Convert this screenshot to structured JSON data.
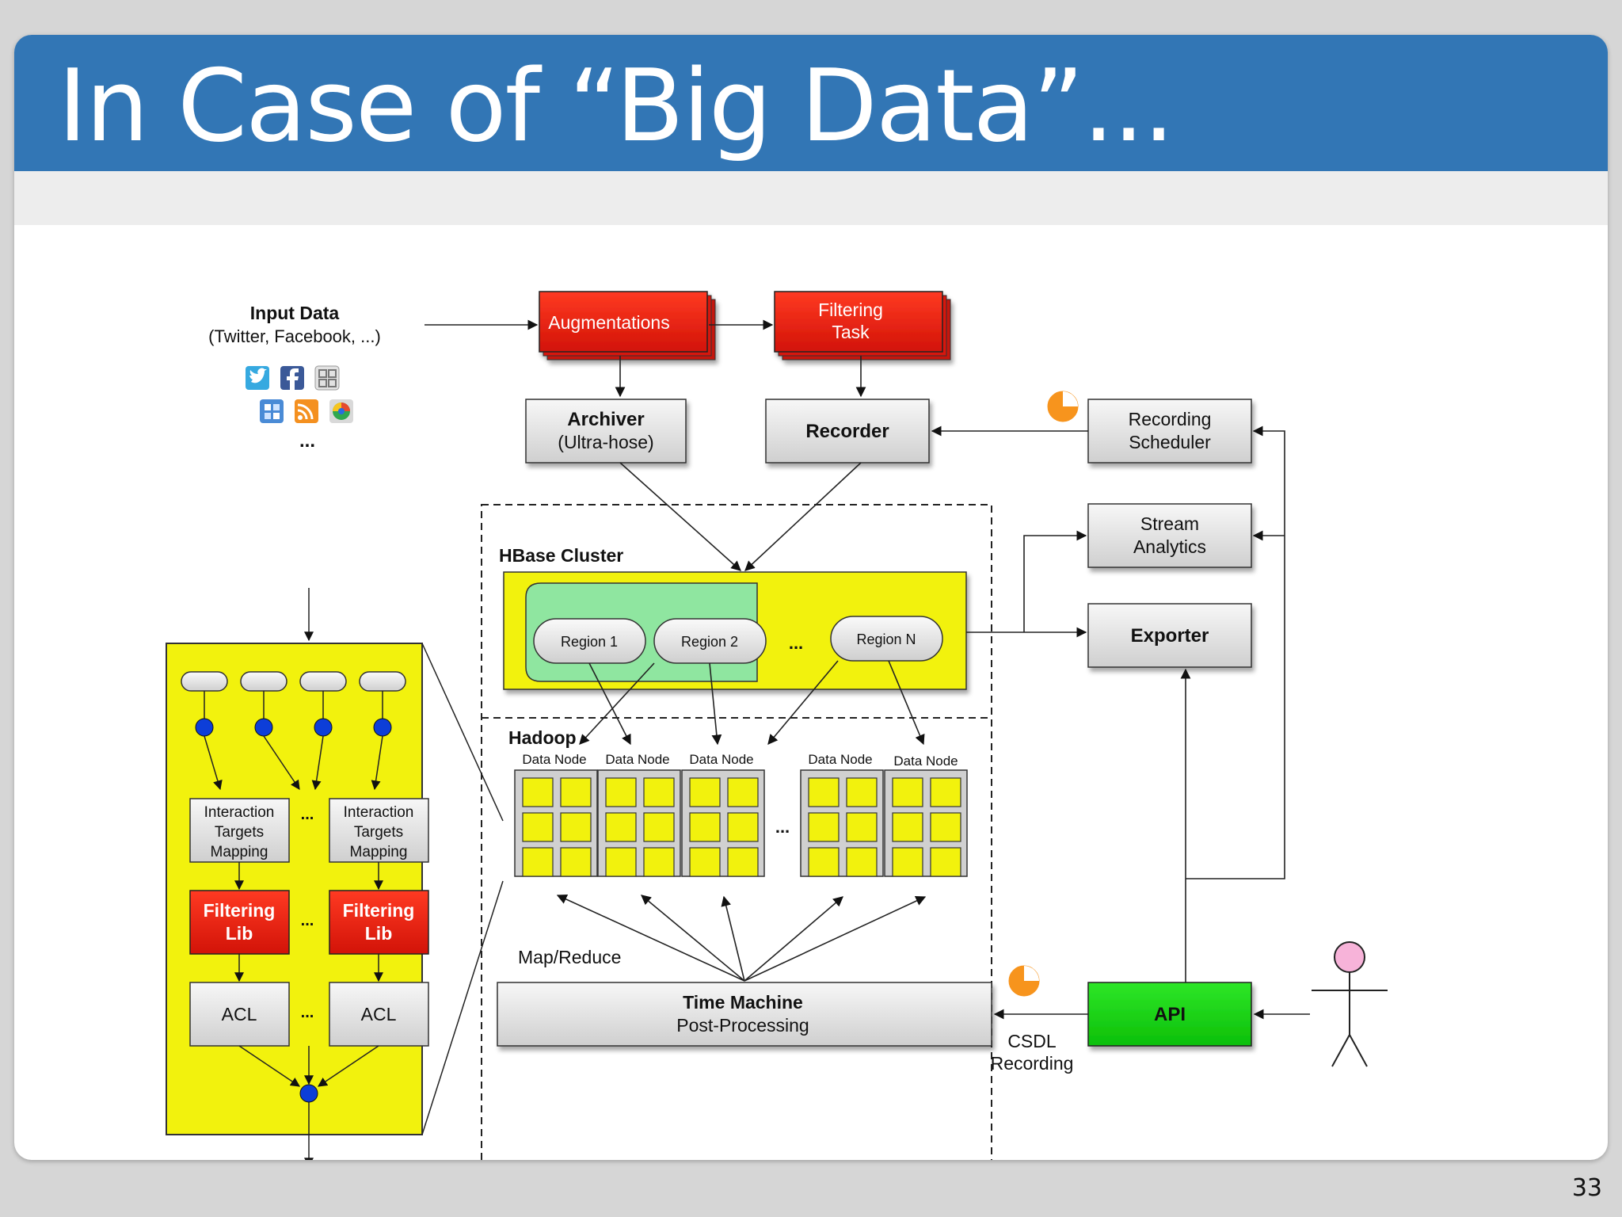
{
  "slide": {
    "title": "In Case of “Big Data”...",
    "page_number": "33"
  },
  "diagram": {
    "input": {
      "title": "Input Data",
      "subtitle": "(Twitter, Facebook, ...)",
      "more": "...",
      "icons": [
        "twitter-icon",
        "facebook-icon",
        "grid-icon",
        "widget-icon",
        "rss-icon",
        "browser-icon"
      ]
    },
    "augmentations": "Augmentations",
    "filtering_task": [
      "Filtering",
      "Task"
    ],
    "archiver": [
      "Archiver",
      "(Ultra-hose)"
    ],
    "recorder": "Recorder",
    "recording_scheduler": [
      "Recording",
      "Scheduler"
    ],
    "stream_analytics": [
      "Stream",
      "Analytics"
    ],
    "exporter": "Exporter",
    "api": "API",
    "csdl_recording": [
      "CSDL",
      "Recording"
    ],
    "hbase": {
      "title": "HBase Cluster",
      "regions": [
        "Region 1",
        "Region 2",
        "Region N"
      ],
      "ellipsis": "..."
    },
    "hadoop": {
      "title": "Hadoop",
      "data_nodes": [
        "Data Node",
        "Data Node",
        "Data Node",
        "Data Node",
        "Data Node"
      ],
      "ellipsis": "..."
    },
    "map_reduce": "Map/Reduce",
    "time_machine": [
      "Time Machine",
      "Post-Processing"
    ],
    "filter_detail": {
      "mapping": [
        "Interaction",
        "Targets",
        "Mapping"
      ],
      "filtering_lib": [
        "Filtering",
        "Lib"
      ],
      "acl": "ACL",
      "ellipsis": "..."
    },
    "colors": {
      "red_box": "#e8190d",
      "yellow": "#f2f20d",
      "green_api": "#14d20e",
      "region_green": "#8fe6a0",
      "node_blue": "#0d3ed8",
      "clock_orange": "#f7941d",
      "person_pink": "#f7b3d9",
      "title_blue": "#3276b5"
    }
  }
}
